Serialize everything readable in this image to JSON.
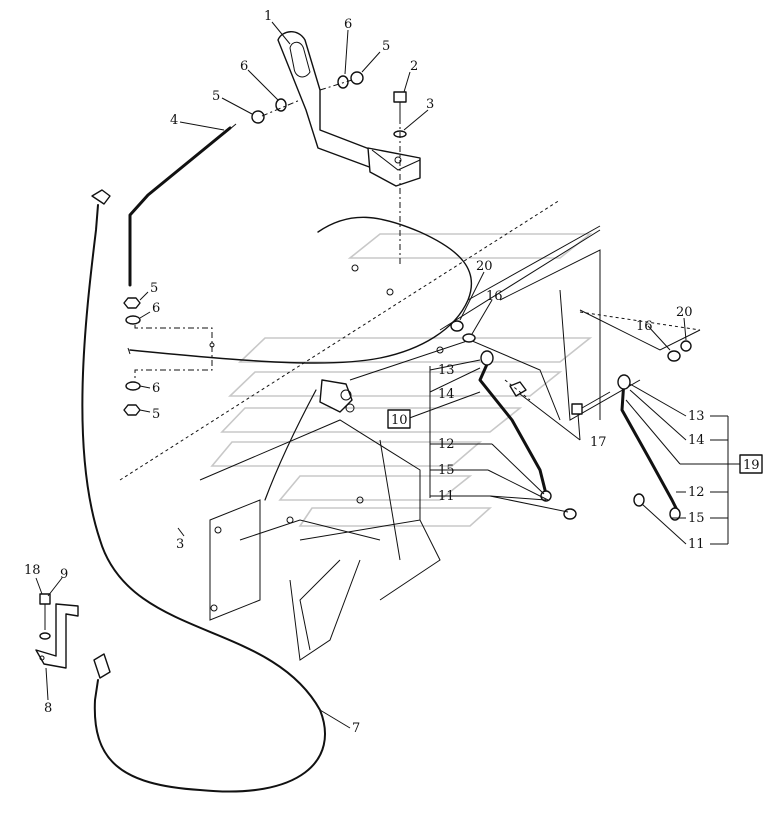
{
  "callouts": [
    {
      "id": "c1",
      "text": "1"
    },
    {
      "id": "c2",
      "text": "2"
    },
    {
      "id": "c3",
      "text": "3"
    },
    {
      "id": "c4",
      "text": "4"
    },
    {
      "id": "c5a",
      "text": "5"
    },
    {
      "id": "c5b",
      "text": "5"
    },
    {
      "id": "c5c",
      "text": "5"
    },
    {
      "id": "c5d",
      "text": "5"
    },
    {
      "id": "c6a",
      "text": "6"
    },
    {
      "id": "c6b",
      "text": "6"
    },
    {
      "id": "c6c",
      "text": "6"
    },
    {
      "id": "c6d",
      "text": "6"
    },
    {
      "id": "c7",
      "text": "7"
    },
    {
      "id": "c8",
      "text": "8"
    },
    {
      "id": "c9",
      "text": "9"
    },
    {
      "id": "c18",
      "text": "18"
    },
    {
      "id": "c3b",
      "text": "3"
    },
    {
      "id": "c20a",
      "text": "20"
    },
    {
      "id": "c16a",
      "text": "16"
    },
    {
      "id": "c16b",
      "text": "16"
    },
    {
      "id": "c20b",
      "text": "20"
    },
    {
      "id": "c13a",
      "text": "13"
    },
    {
      "id": "c14a",
      "text": "14"
    },
    {
      "id": "c12a",
      "text": "12"
    },
    {
      "id": "c15a",
      "text": "15"
    },
    {
      "id": "c11a",
      "text": "11"
    },
    {
      "id": "c17",
      "text": "17"
    },
    {
      "id": "c13b",
      "text": "13"
    },
    {
      "id": "c14b",
      "text": "14"
    },
    {
      "id": "c12b",
      "text": "12"
    },
    {
      "id": "c15b",
      "text": "15"
    },
    {
      "id": "c11b",
      "text": "11"
    }
  ],
  "assemblies": [
    {
      "id": "a10",
      "text": "10"
    },
    {
      "id": "a19",
      "text": "19"
    }
  ]
}
